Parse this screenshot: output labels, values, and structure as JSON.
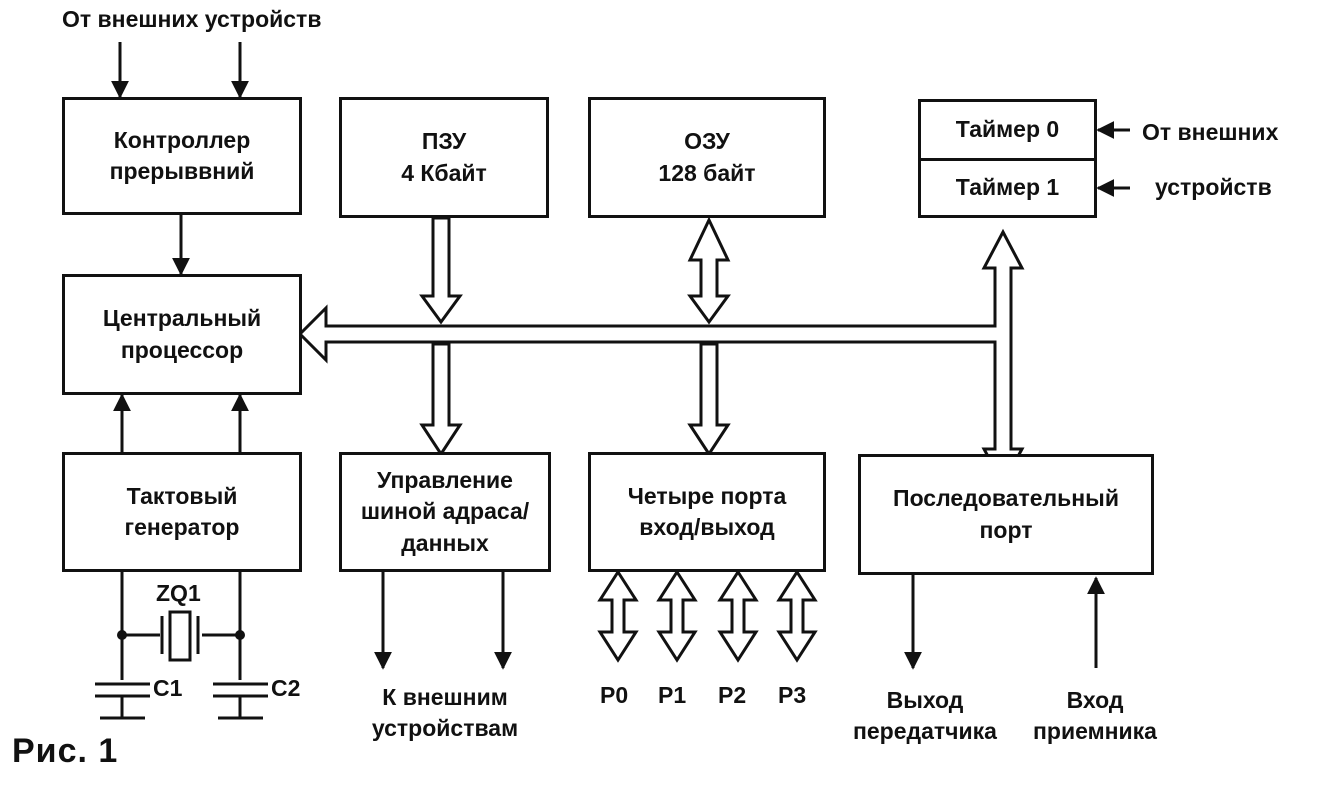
{
  "top_label": "От внешних устройств",
  "blocks": {
    "interrupt_controller": [
      "Контроллер",
      "прерыввний"
    ],
    "rom": [
      "ПЗУ",
      "4 Кбайт"
    ],
    "ram": [
      "ОЗУ",
      "128 байт"
    ],
    "timer0": "Таймер 0",
    "timer1": "Таймер 1",
    "cpu": [
      "Центральный",
      "процессор"
    ],
    "clock_generator": [
      "Тактовый",
      "генератор"
    ],
    "bus_control": [
      "Управление",
      "шиной адраса/",
      "данных"
    ],
    "io_ports": [
      "Четыре порта",
      "вход/выход"
    ],
    "serial_port": [
      "Последовательный",
      "порт"
    ]
  },
  "timer_input_label": [
    "От внешних",
    "устройств"
  ],
  "crystal": "ZQ1",
  "capacitors": [
    "C1",
    "C2"
  ],
  "bus_output_label": [
    "К внешним",
    "устройствам"
  ],
  "ports": [
    "P0",
    "P1",
    "P2",
    "P3"
  ],
  "serial_out_label": [
    "Выход",
    "передатчика"
  ],
  "serial_in_label": [
    "Вход",
    "приемника"
  ],
  "caption": "Рис. 1"
}
